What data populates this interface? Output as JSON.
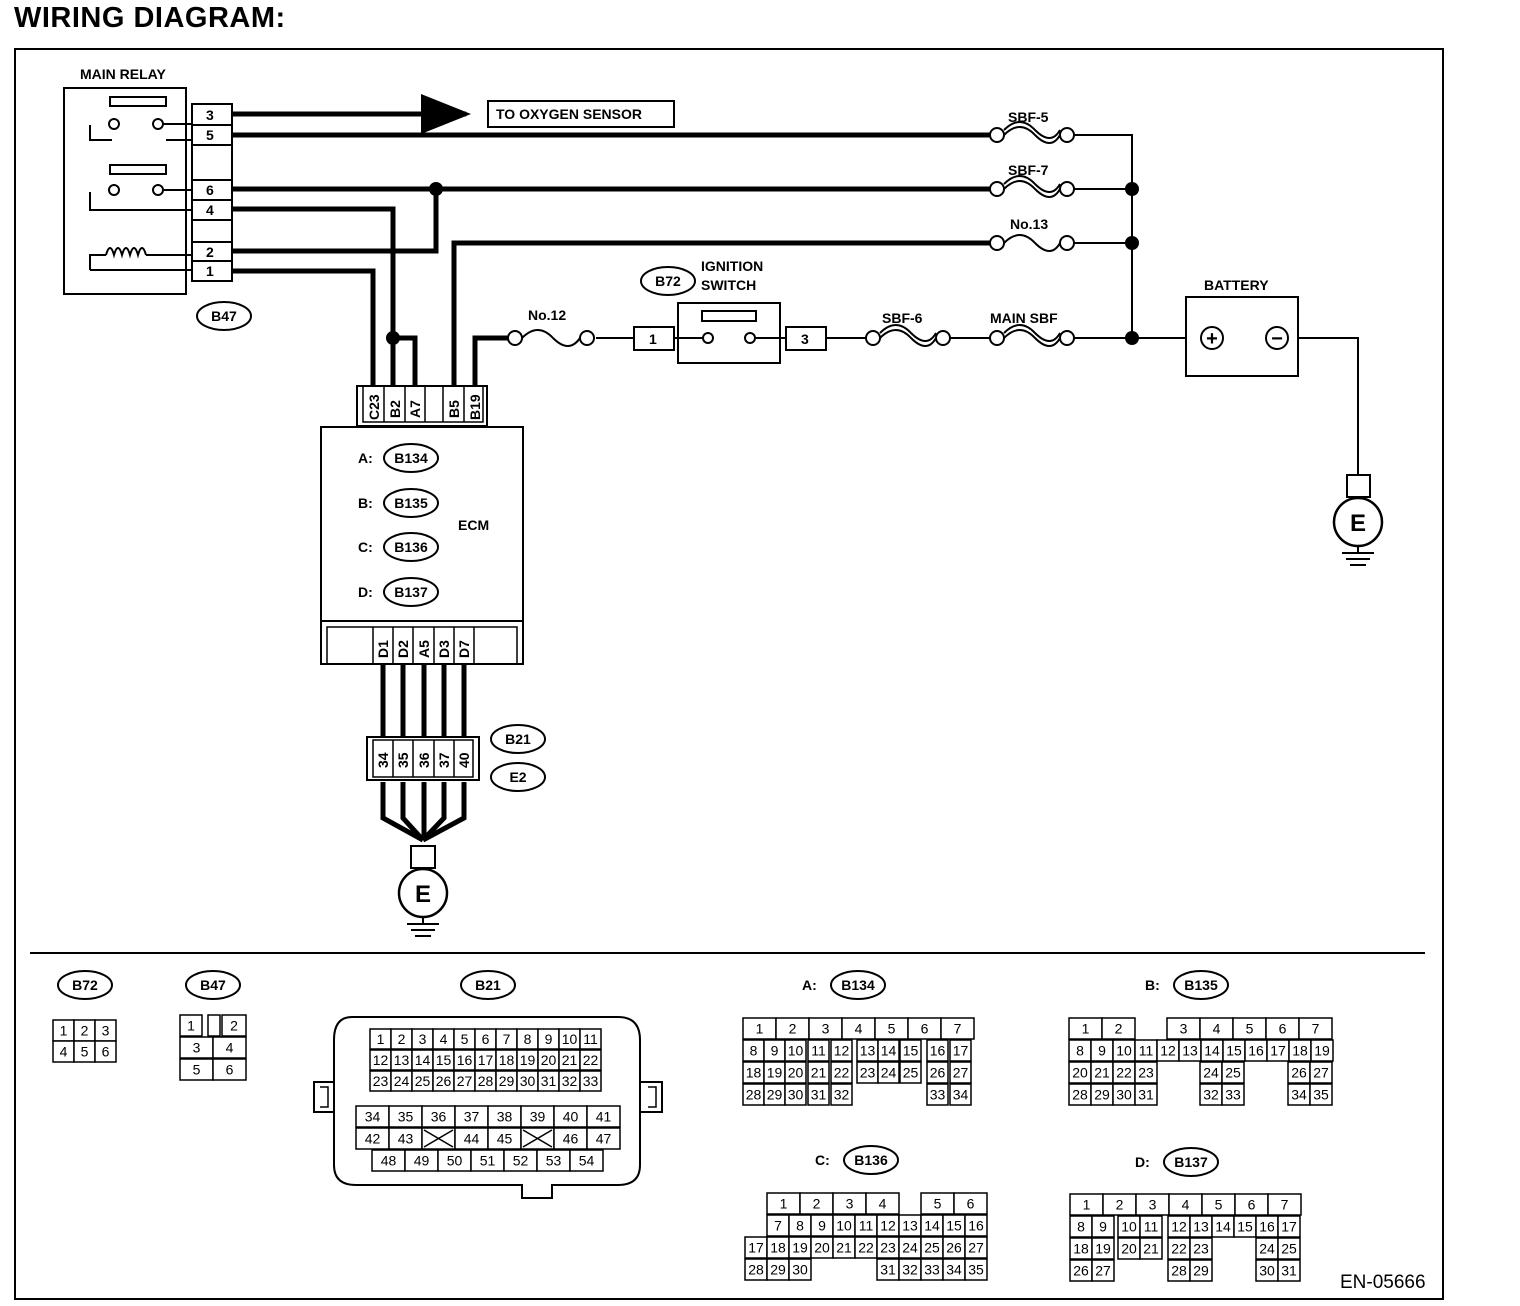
{
  "title": "WIRING DIAGRAM:",
  "figure_id": "EN-05666",
  "labels": {
    "main_relay": "MAIN RELAY",
    "to_oxygen_sensor": "TO OXYGEN SENSOR",
    "sbf5": "SBF-5",
    "sbf7": "SBF-7",
    "no13": "No.13",
    "no12": "No.12",
    "ignition_switch_1": "IGNITION",
    "ignition_switch_2": "SWITCH",
    "sbf6": "SBF-6",
    "main_sbf": "MAIN SBF",
    "battery": "BATTERY",
    "ecm": "ECM",
    "ground": "E",
    "battery_plus": "+",
    "battery_minus": "−",
    "ecm_a": "A:",
    "ecm_b": "B:",
    "ecm_c": "C:",
    "ecm_d": "D:"
  },
  "connectors": {
    "b47": "B47",
    "b72": "B72",
    "b134": "B134",
    "b135": "B135",
    "b136": "B136",
    "b137": "B137",
    "b21": "B21",
    "e2": "E2"
  },
  "relay_pins": [
    "3",
    "5",
    "6",
    "4",
    "2",
    "1"
  ],
  "ignition_pins": [
    "1",
    "3"
  ],
  "ecm_top_pins": [
    "C23",
    "B2",
    "A7",
    "B5",
    "B19"
  ],
  "ecm_bottom_pins": [
    "D1",
    "D2",
    "A5",
    "D3",
    "D7"
  ],
  "b21_pins": [
    "34",
    "35",
    "36",
    "37",
    "40"
  ],
  "legend": {
    "b72_label": "B72",
    "b47_label": "B47",
    "b21_label": "B21",
    "a_prefix": "A:",
    "a_label": "B134",
    "b_prefix": "B:",
    "b_label": "B135",
    "c_prefix": "C:",
    "c_label": "B136",
    "d_prefix": "D:",
    "d_label": "B137",
    "b72_rows": [
      [
        "1",
        "2",
        "3"
      ],
      [
        "4",
        "5",
        "6"
      ]
    ],
    "b47_rows": [
      [
        "1",
        "",
        "2"
      ],
      [
        "3",
        "4"
      ],
      [
        "5",
        "6"
      ]
    ],
    "b21_rows": [
      [
        "1",
        "2",
        "3",
        "4",
        "5",
        "6",
        "7",
        "8",
        "9",
        "10",
        "11"
      ],
      [
        "12",
        "13",
        "14",
        "15",
        "16",
        "17",
        "18",
        "19",
        "20",
        "21",
        "22"
      ],
      [
        "23",
        "24",
        "25",
        "26",
        "27",
        "28",
        "29",
        "30",
        "31",
        "32",
        "33"
      ],
      [
        "34",
        "35",
        "36",
        "37",
        "38",
        "39",
        "40",
        "41"
      ],
      [
        "42",
        "43",
        "X",
        "44",
        "45",
        "X",
        "46",
        "47"
      ],
      [
        "48",
        "49",
        "50",
        "51",
        "52",
        "53",
        "54"
      ]
    ],
    "b134_rows": [
      [
        "1",
        "2",
        "3",
        "4",
        "5",
        "6",
        "7"
      ],
      [
        "8",
        "9",
        "10",
        "11",
        "12",
        "13",
        "14",
        "15",
        "16",
        "17"
      ],
      [
        "18",
        "19",
        "20",
        "21",
        "22",
        "23",
        "24",
        "25",
        "26",
        "27"
      ],
      [
        "28",
        "29",
        "30",
        "31",
        "32",
        "33",
        "34"
      ]
    ],
    "b135_rows": [
      [
        "1",
        "2",
        "3",
        "4",
        "5",
        "6",
        "7"
      ],
      [
        "8",
        "9",
        "10",
        "11",
        "12",
        "13",
        "14",
        "15",
        "16",
        "17",
        "18",
        "19"
      ],
      [
        "20",
        "21",
        "22",
        "23",
        "24",
        "25",
        "26",
        "27"
      ],
      [
        "28",
        "29",
        "30",
        "31",
        "32",
        "33",
        "34",
        "35"
      ]
    ],
    "b136_rows": [
      [
        "1",
        "2",
        "3",
        "4",
        "5",
        "6"
      ],
      [
        "7",
        "8",
        "9",
        "10",
        "11",
        "12",
        "13",
        "14",
        "15",
        "16"
      ],
      [
        "17",
        "18",
        "19",
        "20",
        "21",
        "22",
        "23",
        "24",
        "25",
        "26",
        "27"
      ],
      [
        "28",
        "29",
        "30",
        "31",
        "32",
        "33",
        "34",
        "35"
      ]
    ],
    "b137_rows": [
      [
        "1",
        "2",
        "3",
        "4",
        "5",
        "6",
        "7"
      ],
      [
        "8",
        "9",
        "10",
        "11",
        "12",
        "13",
        "14",
        "15",
        "16",
        "17"
      ],
      [
        "18",
        "19",
        "20",
        "21",
        "22",
        "23",
        "24",
        "25"
      ],
      [
        "26",
        "27",
        "28",
        "29",
        "30",
        "31"
      ]
    ]
  }
}
